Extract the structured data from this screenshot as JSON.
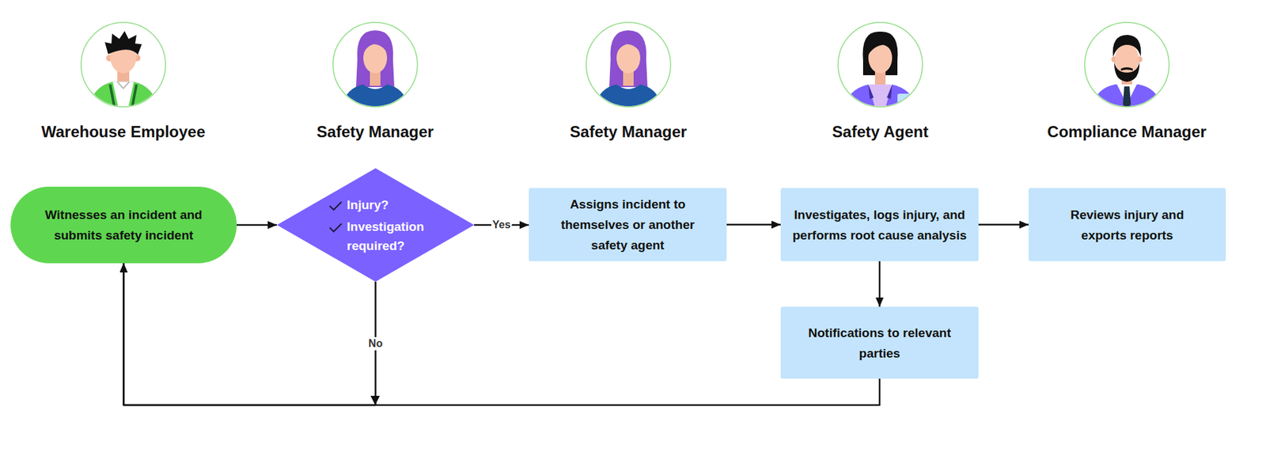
{
  "diagram": {
    "nodes": [
      {
        "text": [
          "Witnesses an incident and submits safety incident"
        ]
      },
      {
        "text": [
          "Injury?",
          "Investigation required?"
        ]
      },
      {
        "text": [
          "Assigns incident to themselves or another safety agent"
        ]
      },
      {
        "text": [
          "Investigates, logs injury, and performs root cause analysis"
        ]
      },
      {
        "text": [
          "Reviews injury and exports reports"
        ]
      },
      {
        "text": [
          "Notifications to relevant parties"
        ]
      }
    ],
    "edges": [
      {
        "from": 0,
        "to": 1,
        "arrow": "to"
      },
      {
        "from": 1,
        "to": 2,
        "arrow": "to",
        "label": "Yes"
      },
      {
        "from": 2,
        "to": 3,
        "arrow": "to"
      },
      {
        "from": 3,
        "to": 4,
        "arrow": "to"
      },
      {
        "from": 3,
        "to": 5,
        "arrow": "to"
      },
      {
        "from": 5,
        "to": 0,
        "arrow": "to"
      },
      {
        "from": 1,
        "to": 0,
        "arrow": "to",
        "label": "No"
      }
    ],
    "labels": [
      "Warehouse Employee",
      "Safety Manager",
      "Safety Manager",
      "Safety Agent",
      "Compliance Manager"
    ]
  }
}
